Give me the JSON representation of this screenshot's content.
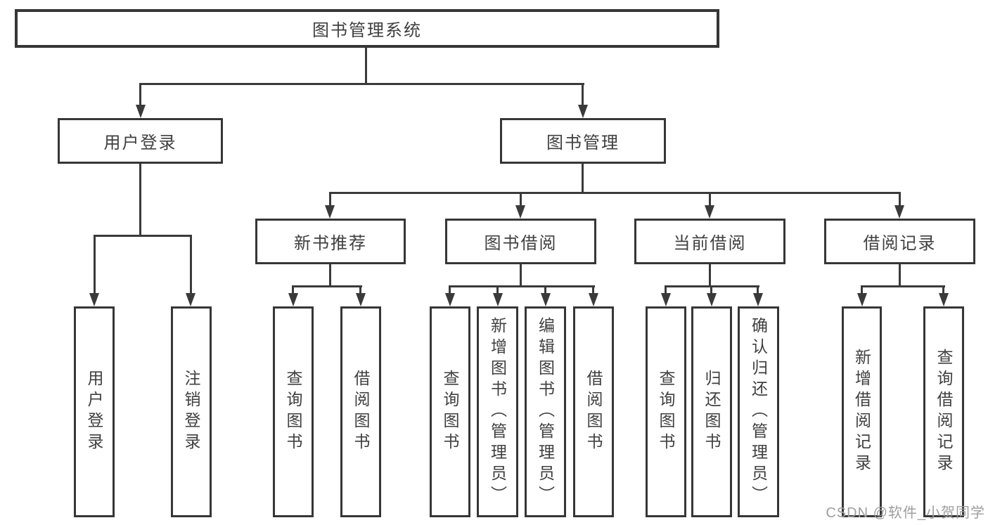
{
  "root": {
    "label": "图书管理系统"
  },
  "branches": {
    "user_login": {
      "label": "用户登录",
      "children": [
        "用户登录",
        "注销登录"
      ]
    },
    "book_mgmt": {
      "label": "图书管理"
    }
  },
  "sections": {
    "new_books": {
      "label": "新书推荐",
      "children": [
        "查询图书",
        "借阅图书"
      ]
    },
    "book_borrow": {
      "label": "图书借阅",
      "children": [
        "查询图书",
        "新增图书（管理员）",
        "编辑图书（管理员）",
        "借阅图书"
      ]
    },
    "current_borrow": {
      "label": "当前借阅",
      "children": [
        "查询图书",
        "归还图书",
        "确认归还（管理员）"
      ]
    },
    "borrow_records": {
      "label": "借阅记录",
      "children": [
        "新增借阅记录",
        "查询借阅记录"
      ]
    }
  },
  "watermark": {
    "text": "CSDN @软件_小贺同学"
  },
  "colors": {
    "border": "#363636",
    "line": "#3a3a3a",
    "text": "#3f3f3f",
    "watermark": "#9e9ea0",
    "background": "#ffffff"
  }
}
